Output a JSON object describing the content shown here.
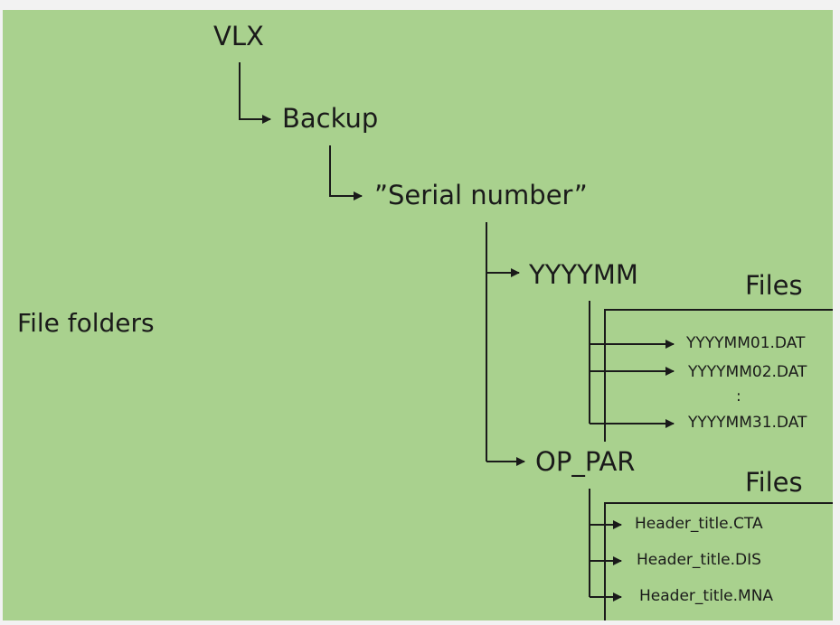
{
  "side_label": "File folders",
  "tree": {
    "root": "VLX",
    "backup": "Backup",
    "serial": "”Serial number”",
    "yyyymm": "YYYYMM",
    "op_par": "OP_PAR"
  },
  "yyyymm_files": {
    "label": "Files",
    "items": [
      "YYYYMM01.DAT",
      "YYYYMM02.DAT",
      ":",
      "YYYYMM31.DAT"
    ]
  },
  "op_par_files": {
    "label": "Files",
    "items": [
      "Header_title.CTA",
      "Header_title.DIS",
      "Header_title.MNA"
    ]
  },
  "colors": {
    "panel_background": "#a9d18e",
    "page_background": "#f2f2f2",
    "lines": "#1a1a1a"
  }
}
